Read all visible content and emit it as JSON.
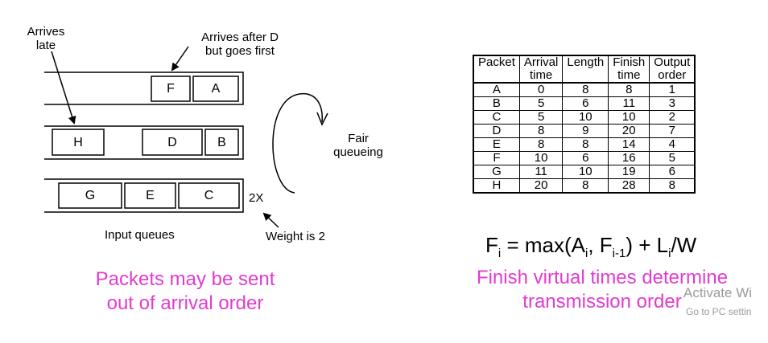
{
  "left": {
    "arrives_late": "Arrives\nlate",
    "arrives_after": "Arrives after D\nbut goes first",
    "queue1": [
      "F",
      "A"
    ],
    "queue2": [
      "H",
      "D",
      "B"
    ],
    "queue3": [
      "G",
      "E",
      "C"
    ],
    "weight_mark": "2X",
    "weight_label": "Weight is 2",
    "fair_queueing": "Fair\nqueueing",
    "input_queues": "Input queues",
    "caption": "Packets may be sent\nout of arrival order"
  },
  "table": {
    "headers": [
      "Packet",
      "Arrival\ntime",
      "Length",
      "Finish\ntime",
      "Output\norder"
    ],
    "rows": [
      [
        "A",
        "0",
        "8",
        "8",
        "1"
      ],
      [
        "B",
        "5",
        "6",
        "11",
        "3"
      ],
      [
        "C",
        "5",
        "10",
        "10",
        "2"
      ],
      [
        "D",
        "8",
        "9",
        "20",
        "7"
      ],
      [
        "E",
        "8",
        "8",
        "14",
        "4"
      ],
      [
        "F",
        "10",
        "6",
        "16",
        "5"
      ],
      [
        "G",
        "11",
        "10",
        "19",
        "6"
      ],
      [
        "H",
        "20",
        "8",
        "28",
        "8"
      ]
    ]
  },
  "formula": {
    "F": "F",
    "i": "i",
    "eq": " = max(A",
    "i2": "i",
    "comma": ", F",
    "im1": "i-1",
    "plus": ") + L",
    "i3": "i",
    "tail": "/W"
  },
  "right_caption": "Finish virtual times determine\ntransmission order",
  "watermark": {
    "line1": "Activate Wi",
    "line2": "Go to PC settin"
  }
}
